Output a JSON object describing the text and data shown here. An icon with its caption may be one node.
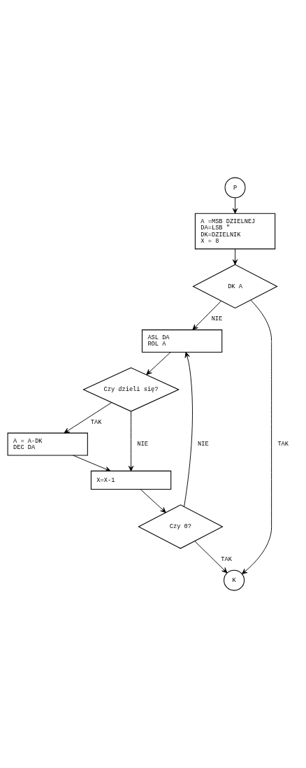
{
  "diagram": {
    "nodes": [
      {
        "text": [
          "P"
        ]
      },
      {
        "text": [
          "A =MSB DZIELNEJ",
          "DA=LSB \"",
          "DK=DZIELNIK",
          "X = 8"
        ]
      },
      {
        "text": [
          "DK A"
        ]
      },
      {
        "text": [
          "ASL DA",
          "ROL A"
        ]
      },
      {
        "text": [
          "Czy dzieli się?"
        ]
      },
      {
        "text": [
          "A = A-DK",
          "DEC DA"
        ]
      },
      {
        "text": [
          "X=X-1"
        ]
      },
      {
        "text": [
          "Czy 0?"
        ]
      },
      {
        "text": [
          "K"
        ]
      }
    ],
    "edges": [
      {
        "from": 0,
        "to": 1,
        "arrow": "to"
      },
      {
        "from": 1,
        "to": 2,
        "arrow": "to"
      },
      {
        "from": 2,
        "to": 3,
        "arrow": "to",
        "label": "NIE"
      },
      {
        "from": 2,
        "to": 8,
        "arrow": "to",
        "label": "TAK"
      },
      {
        "from": 3,
        "to": 4,
        "arrow": "to"
      },
      {
        "from": 4,
        "to": 5,
        "arrow": "to",
        "label": "TAK"
      },
      {
        "from": 4,
        "to": 6,
        "arrow": "to",
        "label": "NIE"
      },
      {
        "from": 5,
        "to": 6,
        "arrow": "to"
      },
      {
        "from": 6,
        "to": 7,
        "arrow": "to"
      },
      {
        "from": 7,
        "to": 3,
        "arrow": "to",
        "label": "NIE"
      },
      {
        "from": 7,
        "to": 8,
        "arrow": "to",
        "label": "TAK"
      }
    ]
  }
}
